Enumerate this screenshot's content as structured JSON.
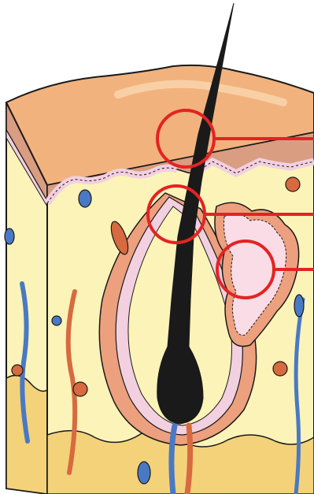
{
  "figure": {
    "kind": "anatomical-cross-section",
    "subject": "skin-and-hair-follicle",
    "colors": {
      "surface": "#F2B27E",
      "surface_light": "#FAD7B0",
      "dermis_band": "#D99D82",
      "dermis": "#FBF3B8",
      "epidermis_cells": "#F2D0E0",
      "fat": "#F3D27A",
      "hair": "#1A1A1A",
      "follicle_wall": "#EDA07E",
      "vessel_blue": "#4A79C4",
      "vessel_red": "#D76A40",
      "highlight": "#E32323",
      "outline": "#1A1A1A"
    },
    "highlights": [
      {
        "name": "surface-opening-highlight",
        "label": ""
      },
      {
        "name": "follicle-neck-highlight",
        "label": ""
      },
      {
        "name": "sebaceous-gland-highlight",
        "label": ""
      }
    ]
  }
}
